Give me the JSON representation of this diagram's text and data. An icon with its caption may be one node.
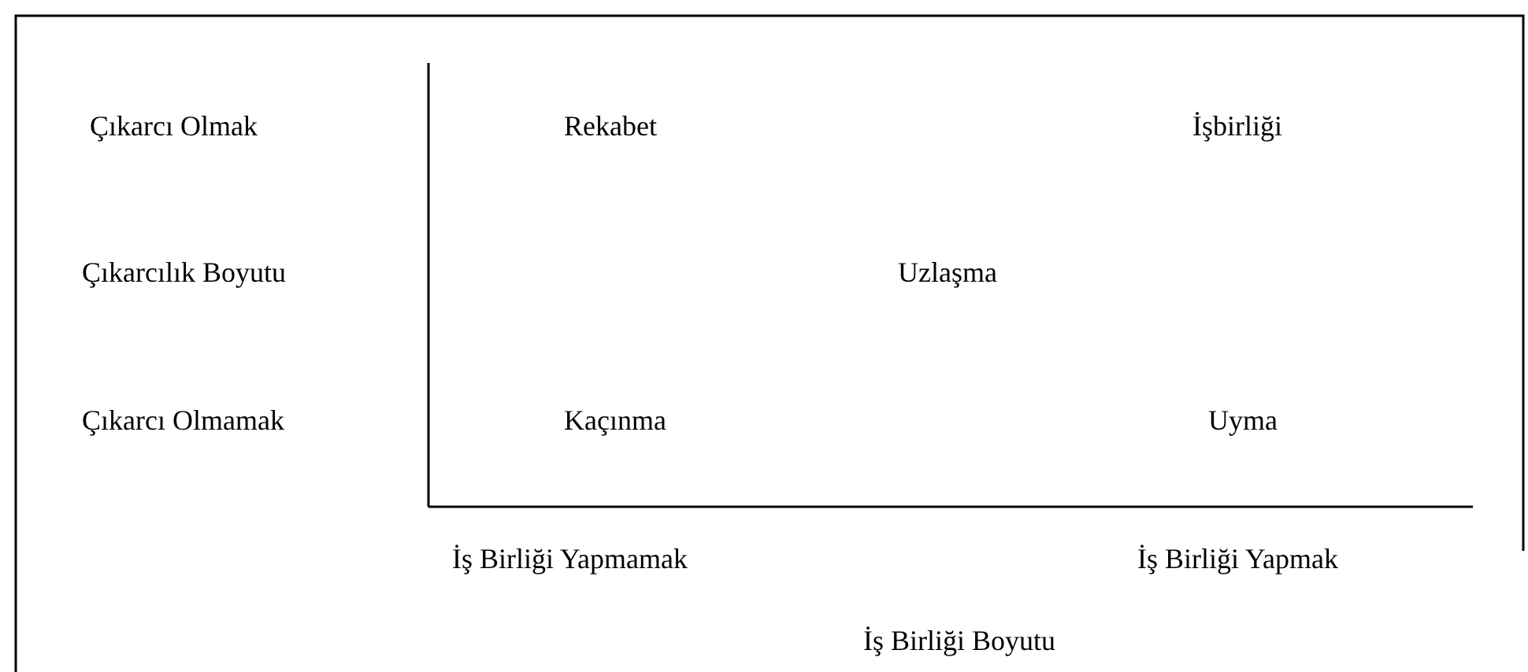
{
  "diagram": {
    "labels": [
      "Çıkarcı Olmak",
      "Rekabet",
      "İşbirliği",
      "Çıkarcılık Boyutu",
      "Uzlaşma",
      "Çıkarcı Olmamak",
      "Kaçınma",
      "Uyma",
      "İş Birliği Yapmamak",
      "İş Birliği Yapmak",
      "İş Birliği Boyutu"
    ]
  }
}
